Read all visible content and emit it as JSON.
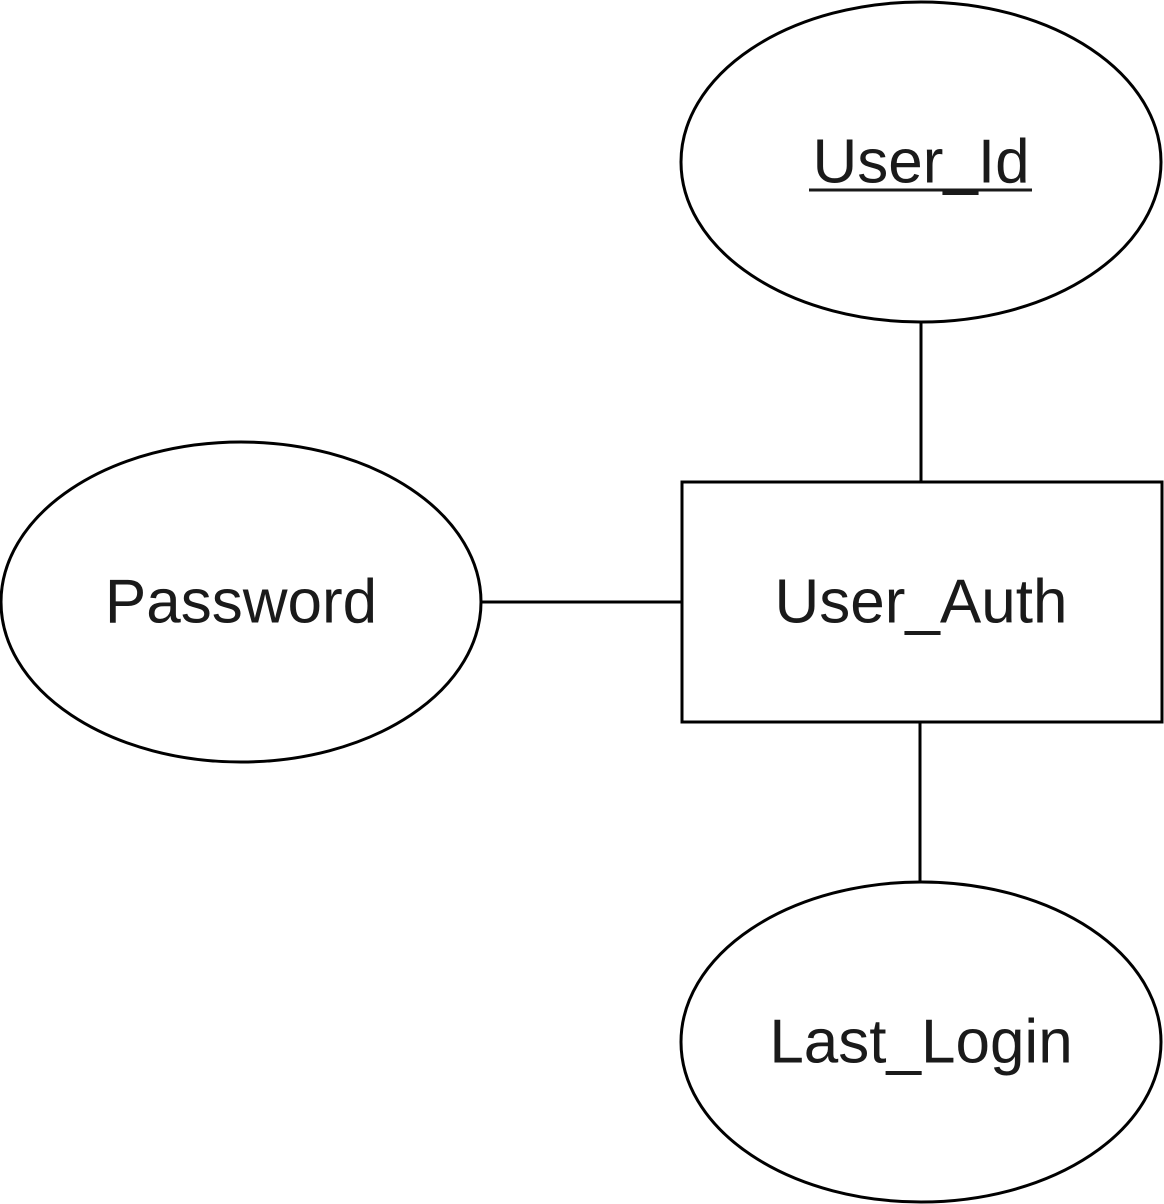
{
  "diagram": {
    "type": "entity-relationship",
    "entity": {
      "name": "User_Auth"
    },
    "attributes": [
      {
        "id": "user-id",
        "name": "User_Id",
        "primary_key": true
      },
      {
        "id": "password",
        "name": "Password",
        "primary_key": false
      },
      {
        "id": "last-login",
        "name": "Last_Login",
        "primary_key": false
      }
    ],
    "relationships": [
      {
        "from": "User_Auth",
        "to": "User_Id"
      },
      {
        "from": "User_Auth",
        "to": "Password"
      },
      {
        "from": "User_Auth",
        "to": "Last_Login"
      }
    ],
    "colors": {
      "stroke": "#000000",
      "fill": "#ffffff",
      "text": "#1a1a1a"
    }
  }
}
